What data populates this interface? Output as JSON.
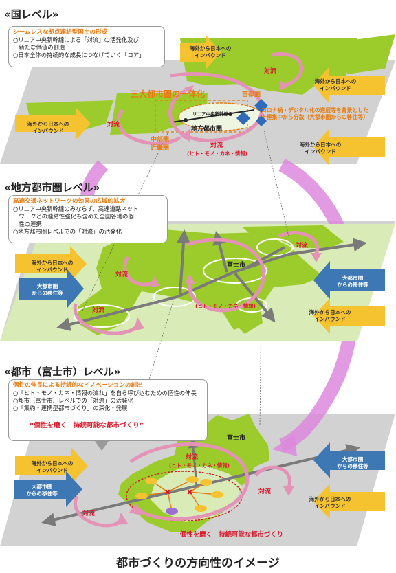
{
  "levels": {
    "national": "«国レベル»",
    "regional": "«地方都市圏レベル»",
    "city": "«都市（富士市）レベル»"
  },
  "national_box": {
    "heading": "シームレスな拠点連結型国土の形成",
    "lines": [
      "○リニア中央新幹線による「対流」の活発化及び",
      "　新たな価値の創造",
      "○日本全体の持続的な成長につなげていく「コア」"
    ]
  },
  "regional_box": {
    "heading": "高速交通ネットワークの効果の広域的拡大",
    "lines": [
      "○リニア中央新幹線のみならず、高速道路ネット",
      "　ワークとの連結性強化も含めた全国各地の個",
      "　性の連携",
      "○地方都市圏レベルでの「対流」の活発化"
    ]
  },
  "city_box": {
    "heading": "個性の伸長による持続的なイノベーションの創出",
    "lines": [
      "○「ヒト・モノ・カネ・情報の流れ」を自ら呼び込むための個性の伸長",
      "○都市（富士市）レベルでの「対流」の活発化",
      "○「集約・連携型都市づくり」の深化・発展"
    ],
    "slogan": "“個性を磨く　持続可能な都市づくり”"
  },
  "national_labels": {
    "integration": "三大都市圏の一体化",
    "shutoken": "首都圏",
    "linear": "リニア中央新幹線",
    "chihou": "地方都市圏",
    "chubu": "中部圏",
    "kinki": "近畿圏",
    "corona": "コロナ禍・デジタル化の進展等を背景とした\n一極集中から分散（大都市圏からの移住等）"
  },
  "common": {
    "inbound": "海外から日本への\nインバウンド",
    "migration": "大都市圏\nからの移住等",
    "flow": "対流",
    "flow_detail": "(ヒト・モノ・カネ・情報)",
    "fuji": "富士市",
    "uniqueness": "個性を磨く　持続可能な都市づくり"
  },
  "title": "都市づくりの方向性のイメージ",
  "colors": {
    "plane": "#cfcfcf",
    "land": "#9ccc2c",
    "land_light": "#d8eab4",
    "flow_arrow": "#e493b6",
    "big_arrow": "#dd88dd",
    "inbound_arrow": "#f5c230",
    "migration_arrow": "#3d78b4",
    "route_arrow": "#808080",
    "accent_red": "#d8182a",
    "accent_orange": "#e87a10"
  }
}
